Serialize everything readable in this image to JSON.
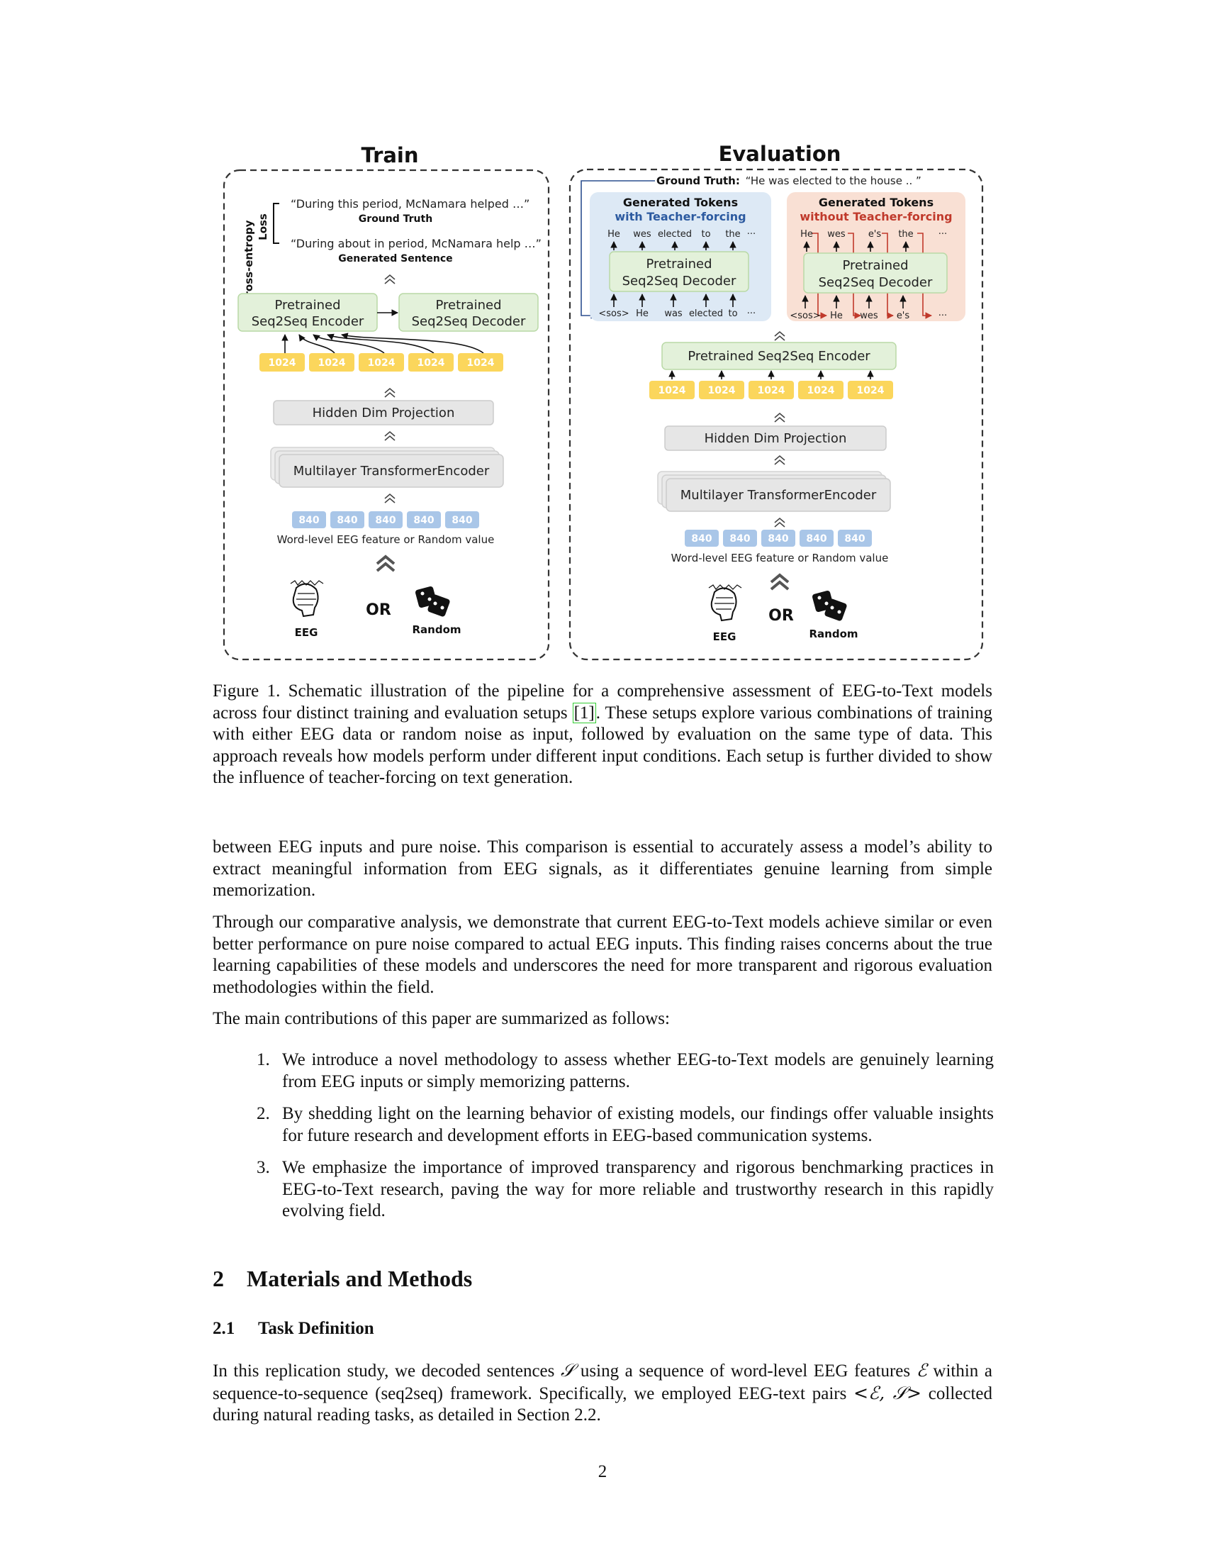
{
  "figure": {
    "train": {
      "title": "Train",
      "loss_label_1": "Cross-entropy",
      "loss_label_2": "Loss",
      "ground_truth_text": "“During this period, McNamara helped …”",
      "ground_truth_label": "Ground Truth",
      "generated_text": "“During about in period, McNamara help …”",
      "generated_label": "Generated Sentence",
      "encoder_line1": "Pretrained",
      "encoder_line2": "Seq2Seq Encoder",
      "decoder_line1": "Pretrained",
      "decoder_line2": "Seq2Seq Decoder",
      "dim_chips": [
        "1024",
        "1024",
        "1024",
        "1024",
        "1024"
      ],
      "projection": "Hidden Dim Projection",
      "transformer": "Multilayer TransformerEncoder",
      "feature_chips": [
        "840",
        "840",
        "840",
        "840",
        "840"
      ],
      "feature_label": "Word-level EEG feature or Random value",
      "eeg_label": "EEG",
      "or_label": "OR",
      "random_label": "Random"
    },
    "evaluation": {
      "title": "Evaluation",
      "ground_truth_prefix": "Ground Truth:",
      "ground_truth_text": "“He was elected to the house .. ”",
      "tf_title": "Generated Tokens",
      "tf_subtitle": "with Teacher-forcing",
      "tf_color": "#2c5aa0",
      "tf_out_tokens": [
        "He",
        "wes",
        "elected",
        "to",
        "the",
        "···"
      ],
      "tf_in_tokens": [
        "<sos>",
        "He",
        "was",
        "elected",
        "to",
        "···"
      ],
      "ntf_title": "Generated Tokens",
      "ntf_subtitle": "without Teacher-forcing",
      "ntf_color": "#c0392b",
      "ntf_out_tokens": [
        "He",
        "wes",
        "e's",
        "the",
        "···"
      ],
      "ntf_in_tokens": [
        "<sos>",
        "He",
        "wes",
        "e's",
        "···"
      ],
      "decoder_line1": "Pretrained",
      "decoder_line2": "Seq2Seq Decoder",
      "encoder": "Pretrained Seq2Seq Encoder",
      "dim_chips": [
        "1024",
        "1024",
        "1024",
        "1024",
        "1024"
      ],
      "projection": "Hidden Dim Projection",
      "transformer": "Multilayer TransformerEncoder",
      "feature_chips": [
        "840",
        "840",
        "840",
        "840",
        "840"
      ],
      "feature_label": "Word-level EEG feature or Random value",
      "eeg_label": "EEG",
      "or_label": "OR",
      "random_label": "Random"
    }
  },
  "caption": {
    "part1": "Figure 1. Schematic illustration of the pipeline for a comprehensive assessment of EEG-to-Text models across four distinct training and evaluation setups ",
    "ref": "[1]",
    "part2": ". These setups explore various combinations of training with either EEG data or random noise as input, followed by evaluation on the same type of data. This approach reveals how models perform under different input conditions. Each setup is further divided to show the influence of teacher-forcing on text generation."
  },
  "paragraphs": {
    "p1": "between EEG inputs and pure noise. This comparison is essential to accurately assess a model’s ability to extract meaningful information from EEG signals, as it differentiates genuine learning from simple memorization.",
    "p2": "Through our comparative analysis, we demonstrate that current EEG-to-Text models achieve similar or even better performance on pure noise compared to actual EEG inputs. This finding raises concerns about the true learning capabilities of these models and underscores the need for more transparent and rigorous evaluation methodologies within the field.",
    "p3": "The main contributions of this paper are summarized as follows:"
  },
  "contributions": [
    {
      "num": "1.",
      "text": "We introduce a novel methodology to assess whether EEG-to-Text models are genuinely learning from EEG inputs or simply memorizing patterns."
    },
    {
      "num": "2.",
      "text": "By shedding light on the learning behavior of existing models, our findings offer valuable insights for future research and development efforts in EEG-based communication systems."
    },
    {
      "num": "3.",
      "text": "We emphasize the importance of improved transparency and rigorous benchmarking practices in EEG-to-Text research, paving the way for more reliable and trustworthy research in this rapidly evolving field."
    }
  ],
  "section": {
    "num": "2",
    "title": "Materials and Methods"
  },
  "subsection": {
    "num": "2.1",
    "title": "Task Definition"
  },
  "task": {
    "t1": "In this replication study, we decoded sentences ",
    "sym_s": "𝒮",
    "t2": " using a sequence of word-level EEG features ",
    "sym_e": "ℰ",
    "t3": " within a sequence-to-sequence (seq2seq) framework. Specifically, we employed EEG-text pairs ",
    "pair": "<ℰ, 𝒮>",
    "t4": " collected during natural reading tasks, as detailed in Section 2.2."
  },
  "page_number": "2"
}
